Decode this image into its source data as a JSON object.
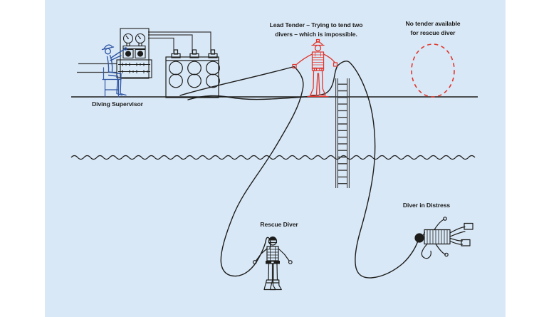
{
  "labels": {
    "diving_supervisor": "Diving Supervisor",
    "lead_tender": {
      "line1": "Lead Tender – Trying to tend two",
      "line2": "divers – which is impossible."
    },
    "no_tender": {
      "line1": "No tender available",
      "line2": "for rescue diver"
    },
    "rescue_diver": "Rescue Diver",
    "diver_in_distress": "Diver in Distress"
  },
  "figures": {
    "diving_supervisor": "seated blue figure at gas control console",
    "lead_tender": "red figure on deck holding two umbilicals",
    "rescue_diver": "standing diver underwater",
    "diver_in_distress": "horizontal limp diver underwater",
    "missing_tender": "dashed red ellipse marking empty tender position"
  },
  "colors": {
    "background": "#d9e8f7",
    "page_margin": "#ffffff",
    "line": "#1d1d1b",
    "red_accent": "#e0372e",
    "blue_accent": "#3056a4",
    "ladder_gray": "#3c3c3b",
    "text": "#1d1d1b"
  }
}
